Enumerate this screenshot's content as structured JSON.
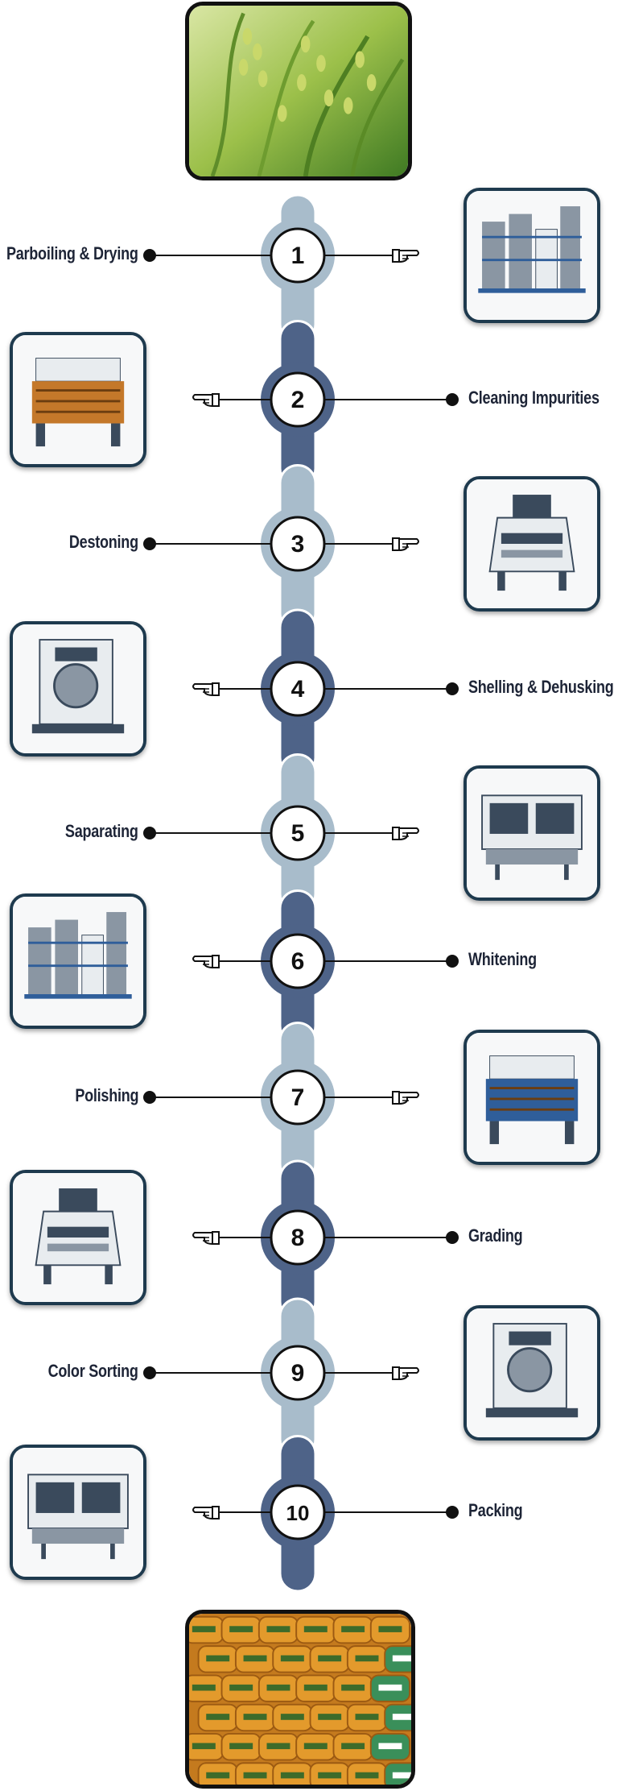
{
  "colors": {
    "bar_light": "#a8bccb",
    "bar_dark": "#4e6388",
    "line": "#111111",
    "text": "#1d2436",
    "frame": "#1e3a4e"
  },
  "steps": [
    {
      "number": "1",
      "label": "Parboiling & Drying",
      "label_side": "left",
      "machine": "silo-drying-tower-icon"
    },
    {
      "number": "2",
      "label": "Cleaning Impurities",
      "label_side": "right",
      "machine": "cleaning-separator-icon"
    },
    {
      "number": "3",
      "label": "Destoning",
      "label_side": "left",
      "machine": "destoner-machine-icon"
    },
    {
      "number": "4",
      "label": "Shelling & Dehusking",
      "label_side": "right",
      "machine": "husker-machine-icon"
    },
    {
      "number": "5",
      "label": "Saparating",
      "label_side": "left",
      "machine": "paddy-separator-icon"
    },
    {
      "number": "6",
      "label": "Whitening",
      "label_side": "right",
      "machine": "whitener-machine-icon"
    },
    {
      "number": "7",
      "label": "Polishing",
      "label_side": "left",
      "machine": "polisher-machine-icon"
    },
    {
      "number": "8",
      "label": "Grading",
      "label_side": "right",
      "machine": "grader-machine-icon"
    },
    {
      "number": "9",
      "label": "Color Sorting",
      "label_side": "left",
      "machine": "color-sorter-icon"
    },
    {
      "number": "10",
      "label": "Packing",
      "label_side": "right",
      "machine": "packing-machine-icon"
    }
  ],
  "top_image": "rice-plant-icon",
  "bottom_image": "rice-bags-icon"
}
